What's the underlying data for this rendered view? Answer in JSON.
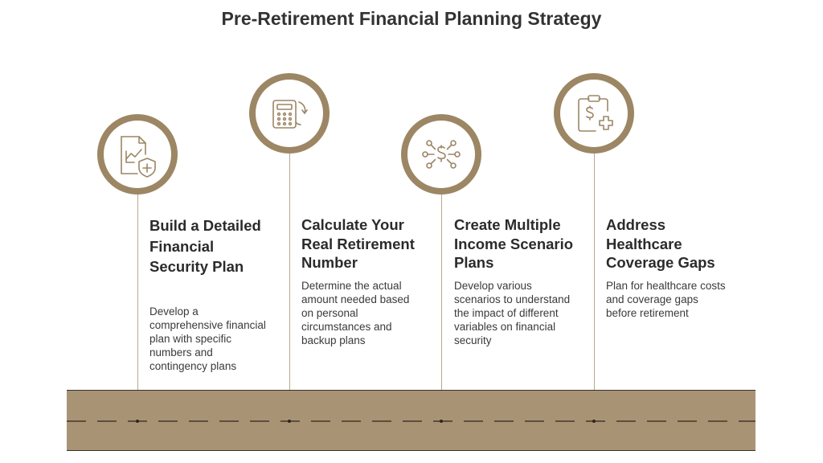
{
  "title": "Pre-Retirement Financial Planning Strategy",
  "colors": {
    "accent": "#9c8664",
    "road": "#a89475",
    "stem": "#b9a98d",
    "text": "#2b2b2b"
  },
  "steps": [
    {
      "icon": "document-chart-shield-icon",
      "title": "Build a Detailed Financial Security Plan",
      "description": "Develop a comprehensive financial plan with specific numbers and contingency plans"
    },
    {
      "icon": "calculator-refresh-icon",
      "title": "Calculate Your Real Retirement Number",
      "description": "Determine the actual amount needed based on personal circumstances and backup plans"
    },
    {
      "icon": "dollar-network-icon",
      "title": "Create Multiple Income Scenario Plans",
      "description": "Develop various scenarios to understand the impact of different variables on financial security"
    },
    {
      "icon": "clipboard-dollar-medical-icon",
      "title": "Address Healthcare Coverage Gaps",
      "description": "Plan for healthcare costs and coverage gaps before retirement"
    }
  ]
}
